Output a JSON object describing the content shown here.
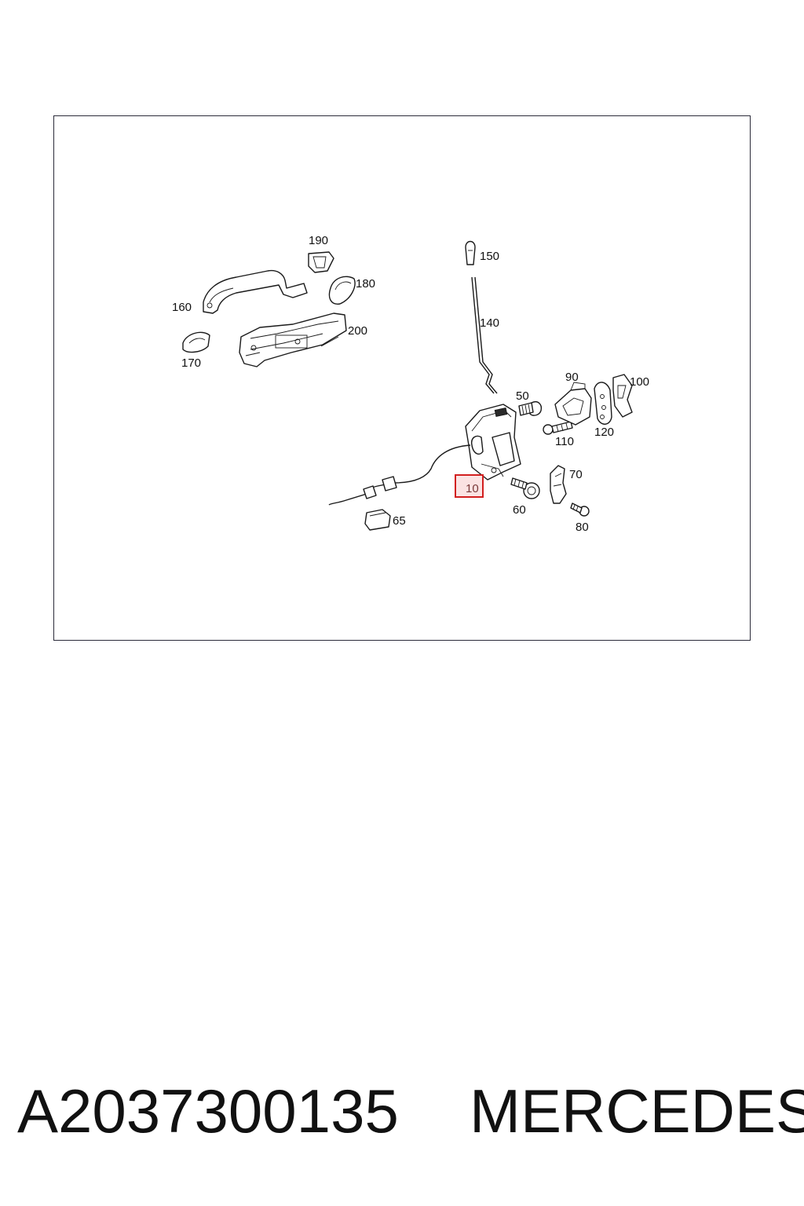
{
  "diagram": {
    "callouts": [
      {
        "id": "190",
        "text": "190"
      },
      {
        "id": "180",
        "text": "180"
      },
      {
        "id": "160",
        "text": "160"
      },
      {
        "id": "200",
        "text": "200"
      },
      {
        "id": "170",
        "text": "170"
      },
      {
        "id": "150",
        "text": "150"
      },
      {
        "id": "140",
        "text": "140"
      },
      {
        "id": "90",
        "text": "90"
      },
      {
        "id": "100",
        "text": "100"
      },
      {
        "id": "50",
        "text": "50"
      },
      {
        "id": "110",
        "text": "110"
      },
      {
        "id": "120",
        "text": "120"
      },
      {
        "id": "70",
        "text": "70"
      },
      {
        "id": "10",
        "text": "10"
      },
      {
        "id": "60",
        "text": "60"
      },
      {
        "id": "65",
        "text": "65"
      },
      {
        "id": "80",
        "text": "80"
      }
    ],
    "highlighted_callout": "10",
    "highlight_color": "#d21f1f"
  },
  "footer": {
    "part_number": "A2037300135",
    "brand": "MERCEDES"
  }
}
